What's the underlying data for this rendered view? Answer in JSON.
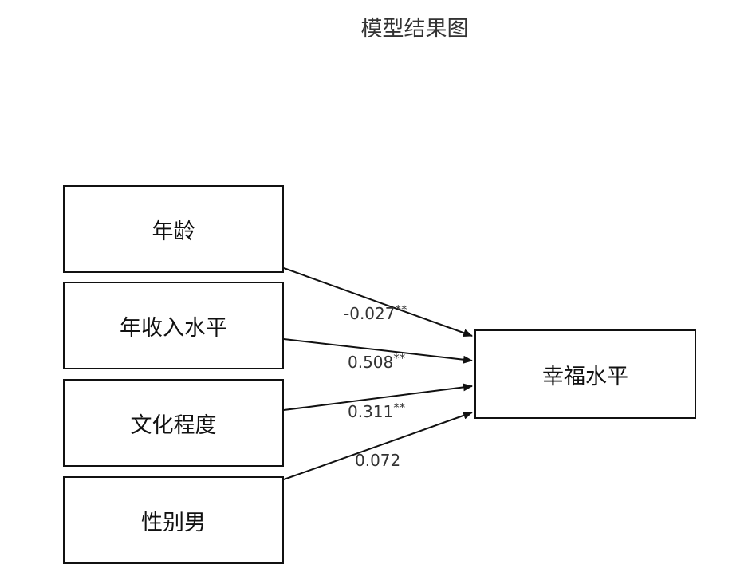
{
  "title": "模型结果图",
  "nodes": {
    "age": "年龄",
    "income": "年收入水平",
    "education": "文化程度",
    "male": "性别男",
    "outcome": "幸福水平"
  },
  "paths": [
    {
      "from": "年龄",
      "to": "幸福水平",
      "coefficient": "-0.027",
      "sig": "**"
    },
    {
      "from": "年收入水平",
      "to": "幸福水平",
      "coefficient": "0.508",
      "sig": "**"
    },
    {
      "from": "文化程度",
      "to": "幸福水平",
      "coefficient": "0.311",
      "sig": "**"
    },
    {
      "from": "性别男",
      "to": "幸福水平",
      "coefficient": "0.072",
      "sig": ""
    }
  ]
}
